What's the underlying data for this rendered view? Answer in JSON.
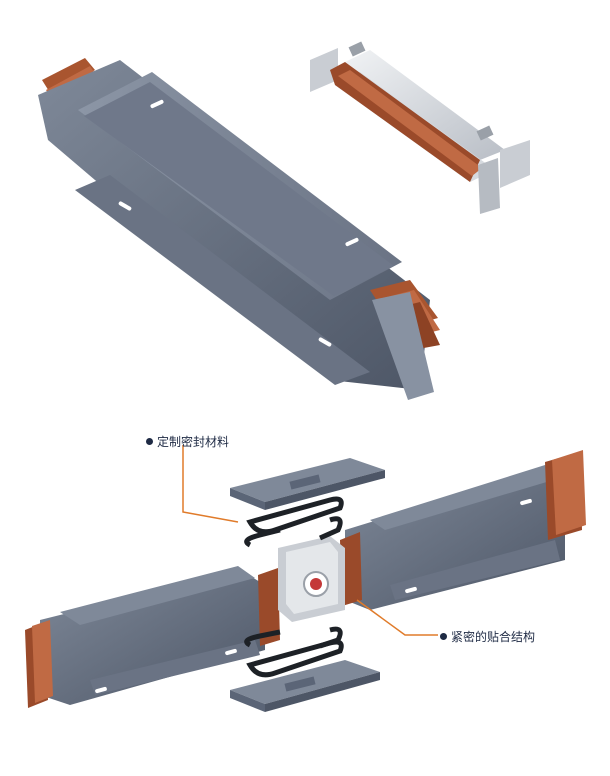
{
  "annotations": [
    {
      "id": "sealing",
      "text": "定制密封材料"
    },
    {
      "id": "fit",
      "text": "紧密的贴合结构"
    }
  ],
  "colors": {
    "housing": "#5b6577",
    "housing_dark": "#454e5e",
    "housing_light": "#7f8999",
    "copper": "#9a4a2a",
    "copper_light": "#c06a44",
    "silver": "#d9dde2",
    "leader": "#e07b2a",
    "gasket": "#1d2126"
  }
}
